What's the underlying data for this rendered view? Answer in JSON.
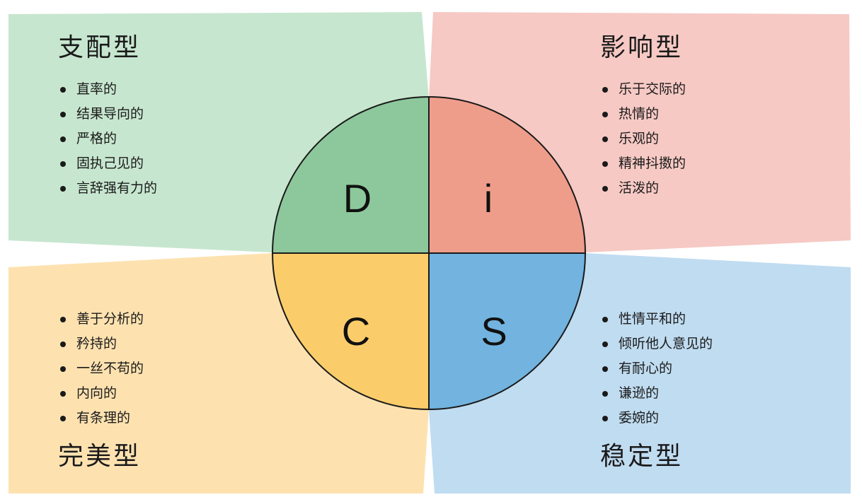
{
  "colors": {
    "dominance_bg": "#c7e6cf",
    "influence_bg": "#f6c9c4",
    "conscientiousness_bg": "#fde2b0",
    "steadiness_bg": "#c0dcf1",
    "dominance_q": "#8cc89b",
    "influence_q": "#ef9d8b",
    "conscientiousness_q": "#fbcd6a",
    "steadiness_q": "#72b3df"
  },
  "circle": {
    "d_letter": "D",
    "i_letter": "i",
    "c_letter": "C",
    "s_letter": "S"
  },
  "quadrants": {
    "dominance": {
      "title": "支配型",
      "traits": [
        "直率的",
        "结果导向的",
        "严格的",
        "固执己见的",
        "言辞强有力的"
      ]
    },
    "influence": {
      "title": "影响型",
      "traits": [
        "乐于交际的",
        "热情的",
        "乐观的",
        "精神抖擞的",
        "活泼的"
      ]
    },
    "conscientiousness": {
      "title": "完美型",
      "traits": [
        "善于分析的",
        "矜持的",
        "一丝不苟的",
        "内向的",
        "有条理的"
      ]
    },
    "steadiness": {
      "title": "稳定型",
      "traits": [
        "性情平和的",
        "倾听他人意见的",
        "有耐心的",
        "谦逊的",
        "委婉的"
      ]
    }
  }
}
